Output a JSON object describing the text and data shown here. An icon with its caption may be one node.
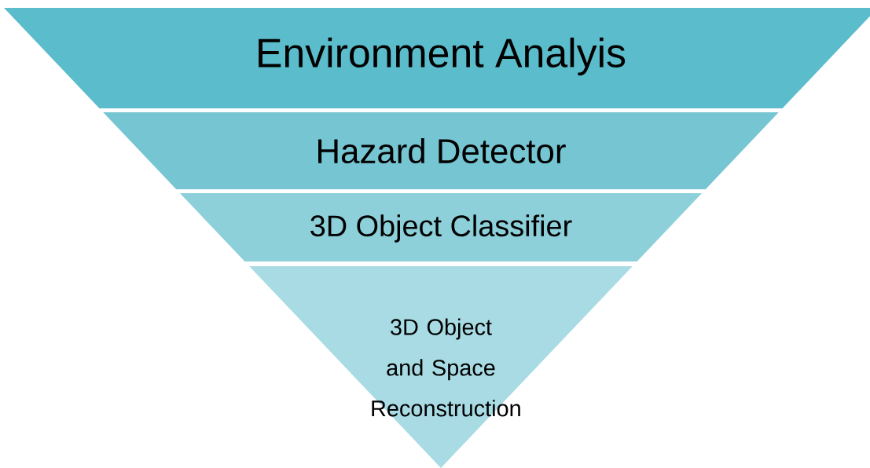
{
  "diagram": {
    "nodes": [
      {
        "text": [
          "Environment Analyis"
        ]
      },
      {
        "text": [
          "Hazard Detector"
        ]
      },
      {
        "text": [
          "3D Object Classifier"
        ]
      },
      {
        "text": [
          "3D Object and Space Reconstruction"
        ]
      }
    ]
  }
}
